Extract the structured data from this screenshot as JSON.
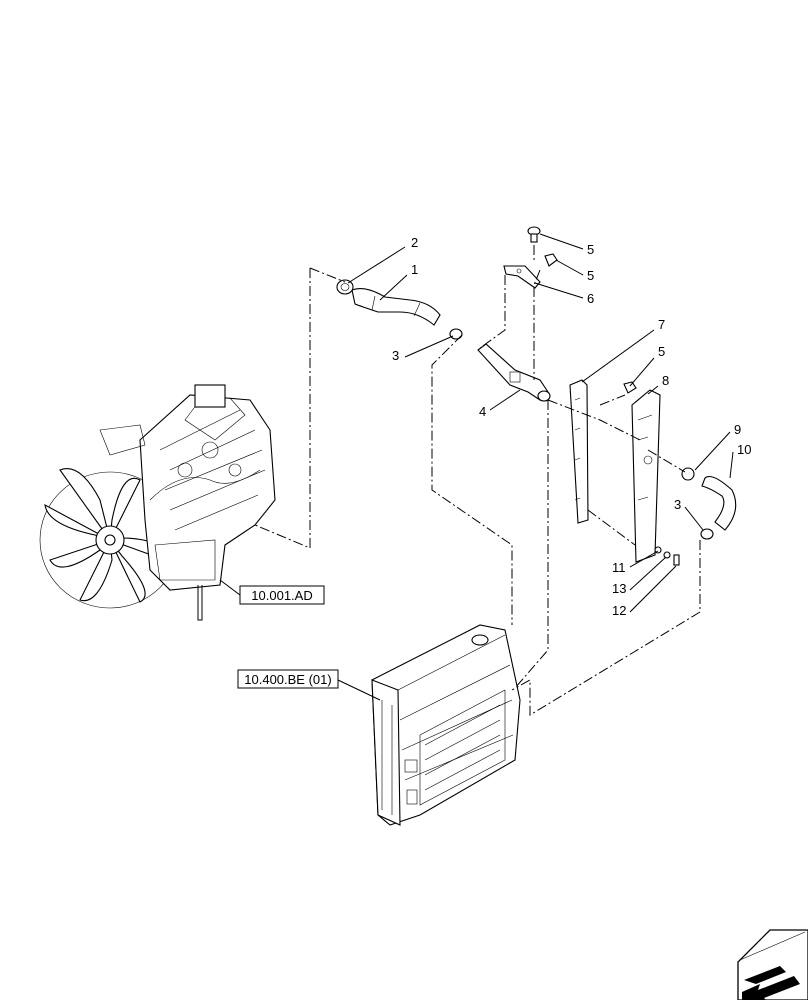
{
  "callouts": [
    {
      "id": "c1",
      "label": "1"
    },
    {
      "id": "c2",
      "label": "2"
    },
    {
      "id": "c3a",
      "label": "3"
    },
    {
      "id": "c3b",
      "label": "3"
    },
    {
      "id": "c4",
      "label": "4"
    },
    {
      "id": "c5a",
      "label": "5"
    },
    {
      "id": "c5b",
      "label": "5"
    },
    {
      "id": "c5c",
      "label": "5"
    },
    {
      "id": "c6",
      "label": "6"
    },
    {
      "id": "c7",
      "label": "7"
    },
    {
      "id": "c8",
      "label": "8"
    },
    {
      "id": "c9",
      "label": "9"
    },
    {
      "id": "c10",
      "label": "10"
    },
    {
      "id": "c11",
      "label": "11"
    },
    {
      "id": "c12",
      "label": "12"
    },
    {
      "id": "c13",
      "label": "13"
    }
  ],
  "references": {
    "engine_ref": "10.001.AD",
    "radiator_ref": "10.400.BE (01)"
  },
  "nav_icon": "next-page-arrow-icon"
}
